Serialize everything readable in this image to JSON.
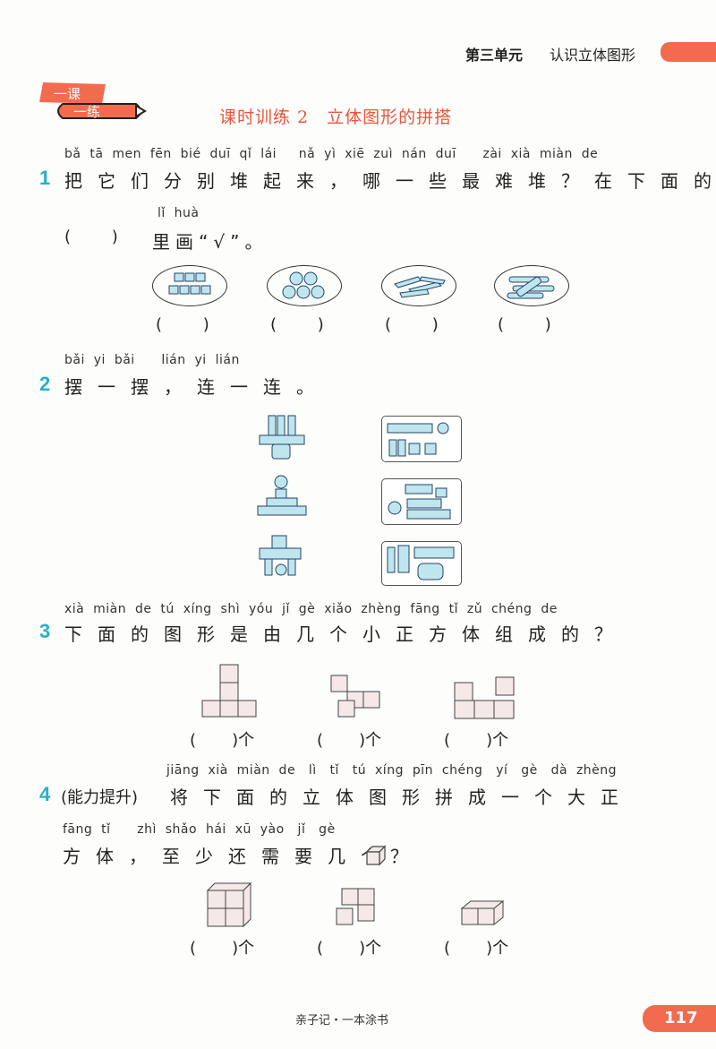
{
  "header": {
    "unit": "第三单元",
    "title": "认识立体图形"
  },
  "badge": {
    "top": "一课",
    "bottom": "一练"
  },
  "lesson_title": "课时训练 2　立体图形的拼搭",
  "q1": {
    "number": "1",
    "pinyin_1": "bǎ  tā  men  fēn  bié  duī  qǐ  lái     nǎ  yì  xiē  zuì  nán  duī      zài  xià  miàn  de",
    "text_1": "把它们分别堆起来，哪一些最难堆？在下面的",
    "pinyin_2": "lǐ  huà",
    "text_2_pre": "(        )",
    "text_2": "里画“√”。",
    "answers": [
      "(        )",
      "(        )",
      "(        )",
      "(        )"
    ]
  },
  "q2": {
    "number": "2",
    "pinyin": "bǎi  yi  bǎi      lián  yi  lián",
    "text": "摆一摆，连一连。"
  },
  "q3": {
    "number": "3",
    "pinyin": "xià  miàn  de  tú  xíng  shì  yóu  jǐ  gè  xiǎo  zhèng  fāng  tǐ  zǔ  chéng  de",
    "text": "下面的图形是由几个小正方体组成的？",
    "answers": [
      "(       )个",
      "(       )个",
      "(       )个"
    ]
  },
  "q4": {
    "number": "4",
    "pinyin_1": "jiāng  xià  miàn  de   lì   tǐ   tú  xíng  pīn  chéng   yí   gè   dà  zhèng",
    "text_1_prefix": "(能力提升)",
    "text_1": "将下面的立体图形拼成一个大正",
    "pinyin_2": "fāng  tǐ      zhì  shǎo  hái  xū  yào   jǐ   gè",
    "text_2": "方体，至少还需要几个",
    "text_2_end": "？",
    "answers": [
      "(       )个",
      "(       )个",
      "(       )个"
    ]
  },
  "footer": {
    "text": "亲子记・一本涂书",
    "page": "117"
  },
  "colors": {
    "accent": "#f26b4f",
    "qnum": "#2aaec7",
    "block": "#bfe6ee",
    "cube": "#f5e9e7"
  }
}
